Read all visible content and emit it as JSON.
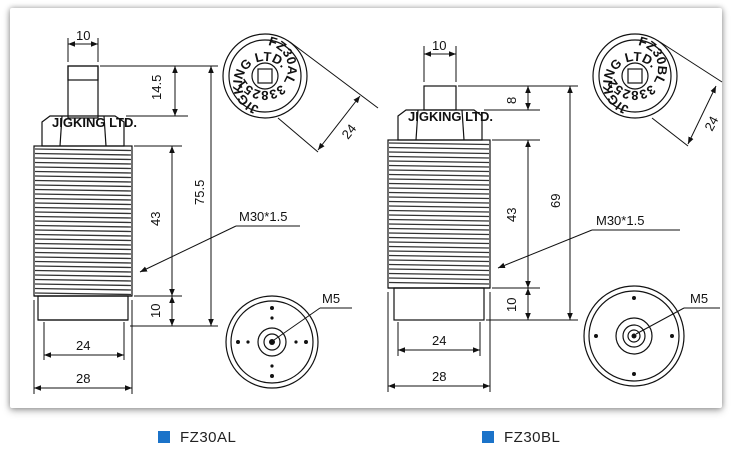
{
  "diagrams": {
    "left": {
      "name": "FZ30AL",
      "dims": {
        "top_width": "10",
        "cap_height": "14.5",
        "total_height": "75.5",
        "thread_height": "43",
        "base_height": "10",
        "inner_width": "24",
        "outer_width": "28",
        "hex_width": "24",
        "thread_callout": "M30*1.5",
        "screw_callout": "M5"
      },
      "engraving": {
        "line1": "FZ30AL 338251",
        "line2": "JIGKING LTD.",
        "side": "JIGKING LTD."
      }
    },
    "right": {
      "name": "FZ30BL",
      "dims": {
        "top_width": "10",
        "cap_height": "8",
        "total_height": "69",
        "thread_height": "43",
        "base_height": "10",
        "inner_width": "24",
        "outer_width": "28",
        "hex_width": "24",
        "thread_callout": "M30*1.5",
        "screw_callout": "M5"
      },
      "engraving": {
        "line1": "FZ30BL 338252",
        "line2": "JIGKING LTD.",
        "side": "JIGKING LTD."
      }
    }
  },
  "colors": {
    "accent": "#1b73c9",
    "line": "#111111"
  }
}
